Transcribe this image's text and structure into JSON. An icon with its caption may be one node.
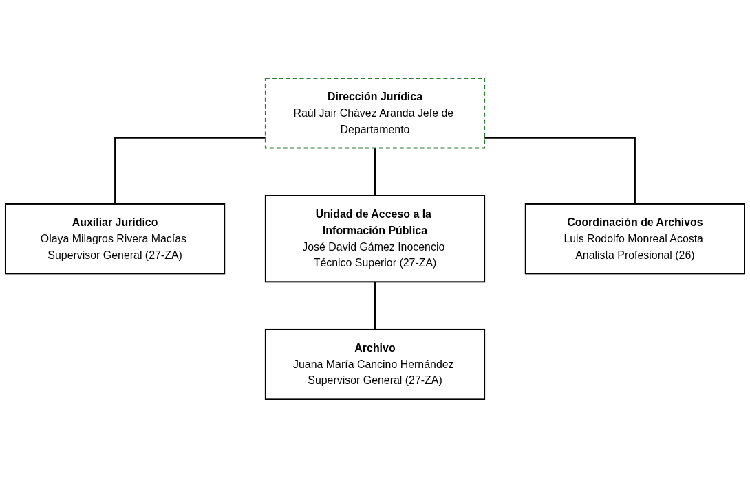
{
  "diagram": {
    "nodes": [
      {
        "text": [
          "Dirección Jurídica",
          "Raúl Jair Chávez Aranda Jefe de Departamento"
        ]
      },
      {
        "text": [
          "Auxiliar Jurídico",
          "Olaya Milagros Rivera Macías Supervisor General (27-ZA)"
        ]
      },
      {
        "text": [
          "Unidad de Acceso a la Información Pública",
          "José David Gámez Inocencio Técnico Superior (27-ZA)"
        ]
      },
      {
        "text": [
          "Coordinación de Archivos",
          "Luis Rodolfo Monreal Acosta Analista Profesional (26)"
        ]
      },
      {
        "text": [
          "Archivo",
          "Juana María Cancino Hernández Supervisor General (27-ZA)"
        ]
      }
    ],
    "edges": [
      {
        "from": 0,
        "to": 1,
        "arrow": "none"
      },
      {
        "from": 0,
        "to": 2,
        "arrow": "none"
      },
      {
        "from": 0,
        "to": 3,
        "arrow": "none"
      },
      {
        "from": 2,
        "to": 4,
        "arrow": "none"
      }
    ]
  }
}
